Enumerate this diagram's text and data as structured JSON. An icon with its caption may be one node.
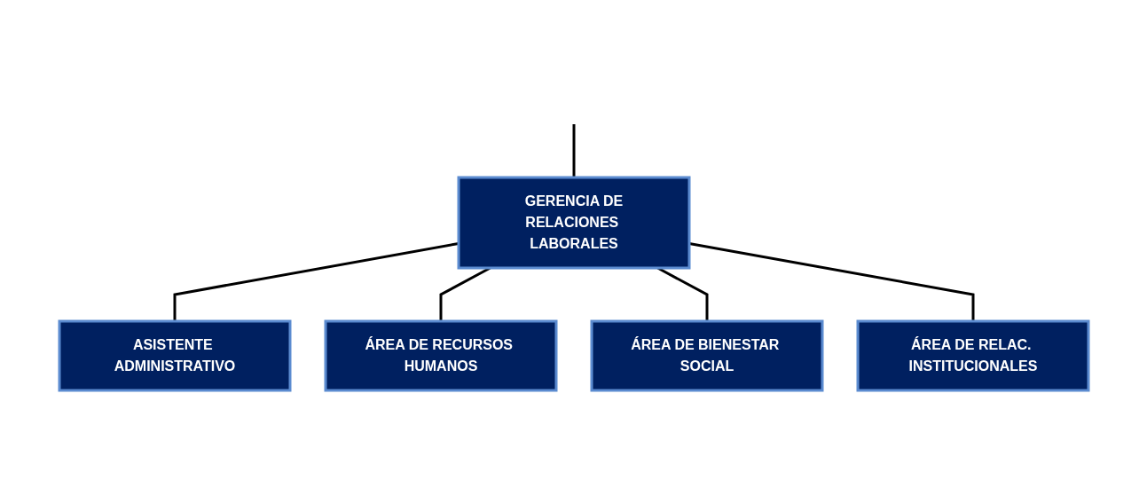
{
  "diagram": {
    "nodes": [
      {
        "text": [
          "GERENCIA DE",
          "RELACIONES LABORALES"
        ]
      },
      {
        "text": [
          "ASISTENTE ADMINISTRATIVO"
        ]
      },
      {
        "text": [
          "ÁREA DE RECURSOS HUMANOS"
        ]
      },
      {
        "text": [
          "ÁREA DE BIENESTAR SOCIAL"
        ]
      },
      {
        "text": [
          "ÁREA DE RELAC. INSTITUCIONALES"
        ]
      }
    ],
    "edges": [
      {
        "from": null,
        "to": 0,
        "arrow": "none"
      },
      {
        "from": 0,
        "to": 1,
        "arrow": "none"
      },
      {
        "from": 0,
        "to": 2,
        "arrow": "none"
      },
      {
        "from": 0,
        "to": 3,
        "arrow": "none"
      },
      {
        "from": 0,
        "to": 4,
        "arrow": "none"
      }
    ]
  }
}
